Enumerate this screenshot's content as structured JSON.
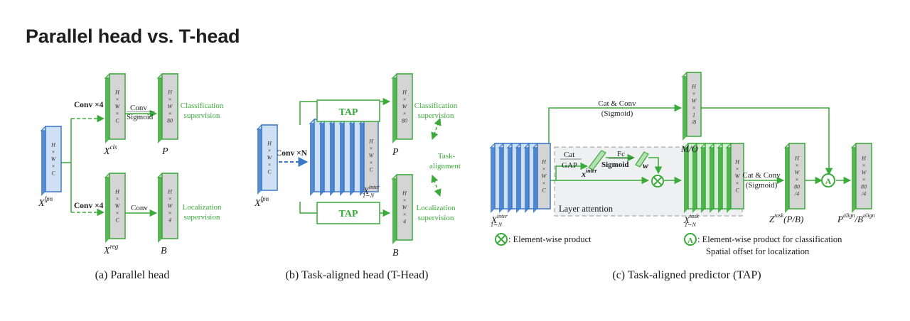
{
  "title": "Parallel head vs. T-head",
  "panel_a": {
    "caption": "(a)  Parallel head",
    "input_dims": [
      "H",
      "×",
      "W",
      "×",
      "C"
    ],
    "input_label": "X",
    "input_sup": "fpn",
    "cls_op": "Conv ×4",
    "reg_op": "Conv ×4",
    "cls_feat_dims": [
      "H",
      "×",
      "W",
      "×",
      "C"
    ],
    "reg_feat_dims": [
      "H",
      "×",
      "W",
      "×",
      "C"
    ],
    "cls_feat_label": "X",
    "cls_feat_sup": "cls",
    "reg_feat_label": "X",
    "reg_feat_sup": "reg",
    "conv_sigmoid_1": "Conv",
    "conv_sigmoid_2": "Sigmoid",
    "conv_reg": "Conv",
    "p_dims": [
      "H",
      "×",
      "W",
      "×",
      "80"
    ],
    "b_dims": [
      "H",
      "×",
      "W",
      "×",
      "4"
    ],
    "p_label": "P",
    "b_label": "B",
    "cls_sup_1": "Classification",
    "cls_sup_2": "supervision",
    "loc_sup_1": "Localization",
    "loc_sup_2": "supervision"
  },
  "panel_b": {
    "caption": "(b)  Task-aligned head (T-Head)",
    "input_dims": [
      "H",
      "×",
      "W",
      "×",
      "C"
    ],
    "input_label": "X",
    "input_sup": "fpn",
    "op": "Conv ×N",
    "stack_dims": [
      "H",
      "×",
      "W",
      "×",
      "C"
    ],
    "stack_label": "X",
    "stack_sup": "inter",
    "stack_sub": "1∼N",
    "tap_top": "TAP",
    "tap_bottom": "TAP",
    "p_dims": [
      "H",
      "×",
      "W",
      "×",
      "80"
    ],
    "b_dims": [
      "H",
      "×",
      "W",
      "×",
      "4"
    ],
    "p_label": "P",
    "b_label": "B",
    "cls_sup_1": "Classification",
    "cls_sup_2": "supervision",
    "task_align_1": "Task-",
    "task_align_2": "alignment",
    "loc_sup_1": "Localization",
    "loc_sup_2": "supervision"
  },
  "panel_c": {
    "caption": "(c)  Task-aligned predictor (TAP)",
    "stack_dims": [
      "H",
      "×",
      "W",
      "×",
      "C"
    ],
    "stack_label": "X",
    "stack_sup": "inter",
    "stack_sub": "1∼N",
    "cat_conv_top_1": "Cat & Conv",
    "cat_conv_top_2": "(Sigmoid)",
    "mo_dims": [
      "H",
      "×",
      "W",
      "×",
      "1",
      "/8"
    ],
    "mo_label": "M/O",
    "cat": "Cat",
    "gap": "GAP",
    "xinter_label": "x",
    "xinter_sup": "inter",
    "fc": "Fc",
    "sigmoid": "Sigmoid",
    "w_label": "w",
    "layer_attention": "Layer attention",
    "task_stack_dims": [
      "H",
      "×",
      "W",
      "×",
      "C"
    ],
    "task_label": "X",
    "task_sup": "task",
    "task_sub": "1∼N",
    "cat_conv_mid_1": "Cat & Conv",
    "cat_conv_mid_2": "(Sigmoid)",
    "z_dims": [
      "H",
      "×",
      "W",
      "×",
      "80",
      "/4"
    ],
    "z_label": "Z",
    "z_sup": "task",
    "z_suffix": "(P/B)",
    "out_dims": [
      "H",
      "×",
      "W",
      "×",
      "80",
      "/4"
    ],
    "out_label_1": "P",
    "out_sup_1": "align",
    "out_label_2": "/B",
    "out_sup_2": "align",
    "a_symbol": "A",
    "legend_x": ": Element-wise product",
    "legend_a_1": ": Element-wise product for classification",
    "legend_a_2": "Spatial offset for localization"
  },
  "colors": {
    "blue": "#3a78c8",
    "green": "#3aaa3a",
    "gray": "#d4d4d4",
    "attention_bg": "#eef0f2"
  }
}
